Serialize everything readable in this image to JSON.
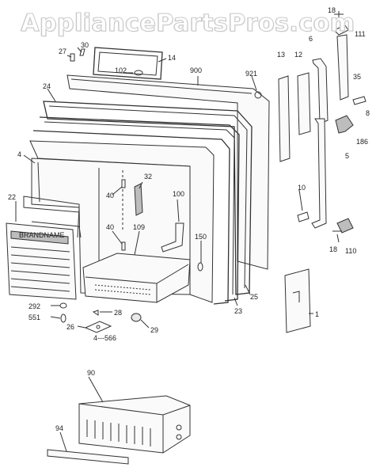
{
  "watermark": "AppliancePartsPros.com",
  "callouts": {
    "c18a": "18",
    "c111": "111",
    "c30": "30",
    "c27": "27",
    "c14": "14",
    "c102": "102",
    "c900": "900",
    "c921": "921",
    "c13": "13",
    "c12": "12",
    "c6": "6",
    "c35": "35",
    "c24": "24",
    "c8": "8",
    "c186": "186",
    "c5": "5",
    "c4": "4",
    "c32": "32",
    "c40a": "40",
    "c100": "100",
    "c10": "10",
    "c22": "22",
    "c40b": "40",
    "c109": "109",
    "c150": "150",
    "c18b": "18",
    "c110": "110",
    "c25": "25",
    "c23": "23",
    "c1": "1",
    "c292": "292",
    "c551": "551",
    "c28": "28",
    "c26": "26",
    "c29": "29",
    "c566": "4---566",
    "c90": "90",
    "c94": "94"
  },
  "panel_label": "BRANDNAME",
  "colors": {
    "line": "#333333",
    "watermark": "#c9c9c9"
  }
}
